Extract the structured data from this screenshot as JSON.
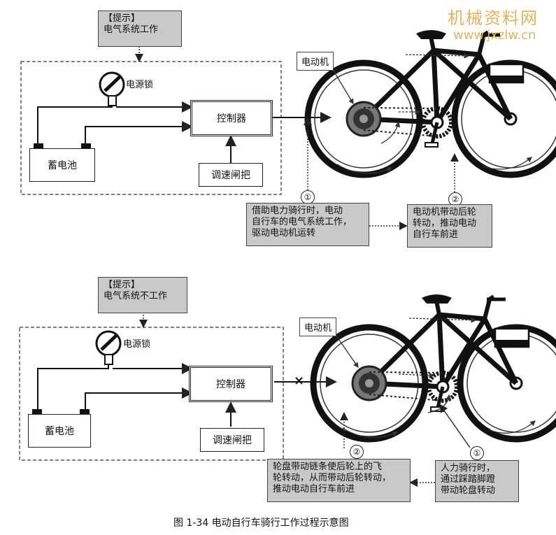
{
  "watermark": {
    "line1": "机械资料网",
    "line2": "www.jxzlw.cn"
  },
  "top": {
    "tip_title": "【提示】",
    "tip_text": "电气系统工作",
    "power_lock": "电源锁",
    "controller": "控制器",
    "battery": "蓄电池",
    "throttle": "调速闸把",
    "motor_label": "电动机",
    "step1_num": "①",
    "step1_text": [
      "借助电力骑行时，电动",
      "自行车的电气系统工作，",
      "驱动电动机运转"
    ],
    "step2_num": "②",
    "step2_text": [
      "电动机带动后轮",
      "转动，推动电动",
      "自行车前进"
    ]
  },
  "bottom": {
    "tip_title": "【提示】",
    "tip_text": "电气系统不工作",
    "power_lock": "电源锁",
    "controller": "控制器",
    "battery": "蓄电池",
    "throttle": "调速闸把",
    "motor_label": "电动机",
    "cut_mark": "×",
    "step1_num": "①",
    "step1_text": [
      "人力骑行时，",
      "通过踩踏脚蹬",
      "带动轮盘转动"
    ],
    "step2_num": "②",
    "step2_text": [
      "轮盘带动链条使后轮上的飞",
      "轮转动，从而带动后轮转动，",
      "推动电动自行车前进"
    ]
  },
  "caption": "图 1-34    电动自行车骑行工作过程示意图"
}
